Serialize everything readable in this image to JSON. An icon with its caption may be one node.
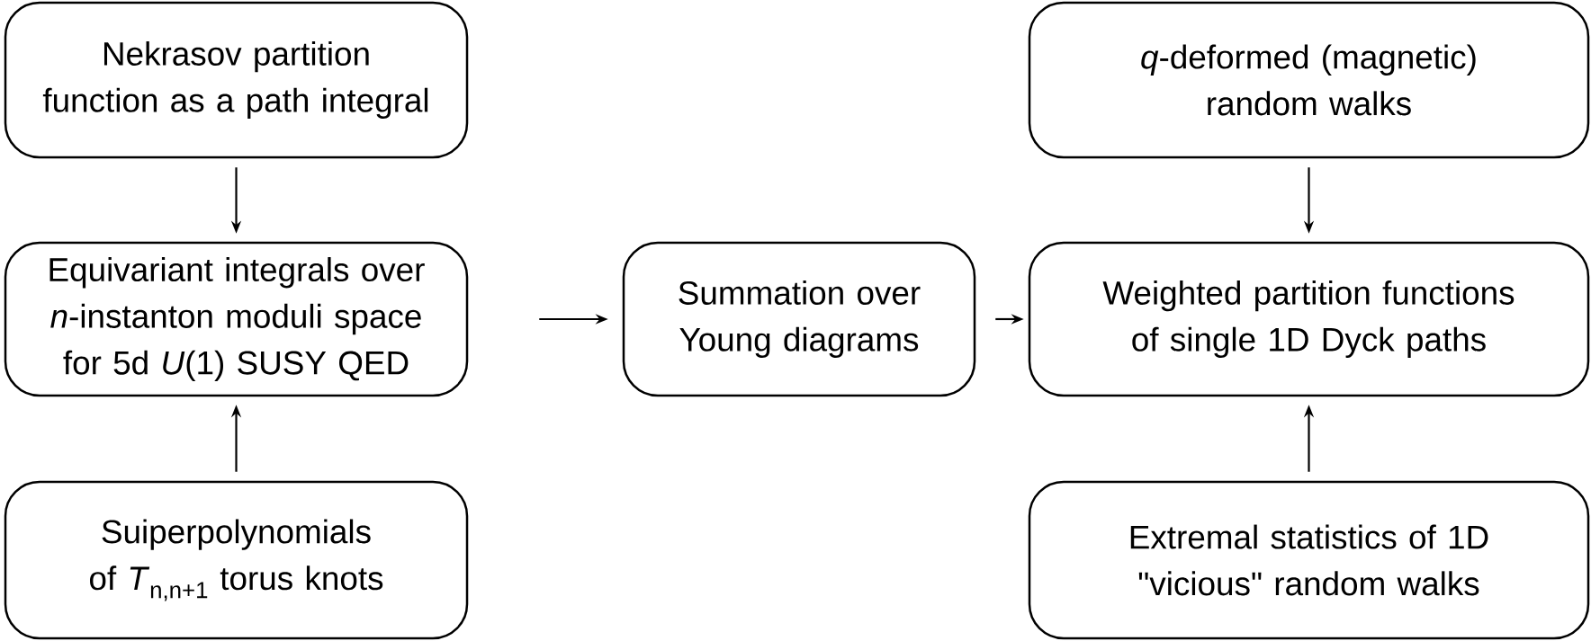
{
  "diagram": {
    "nodes": [
      {
        "text": [
          "Nekrasov partition function as a path integral"
        ]
      },
      {
        "text": [
          "*q*-deformed (magnetic) random walks"
        ]
      },
      {
        "text": [
          "Equivariant integrals over *n*-instanton moduli space for 5d *U*(1) SUSY QED"
        ]
      },
      {
        "text": [
          "Summation over Young diagrams"
        ]
      },
      {
        "text": [
          "Weighted partition functions of single 1D Dyck paths"
        ]
      },
      {
        "text": [
          "Suiperpolynomials of *T*$_{n,n+1}$ torus knots"
        ]
      },
      {
        "text": [
          "Extremal statistics of 1D \"vicious\" random walks"
        ]
      }
    ],
    "edges": [
      {
        "from": 0,
        "to": 2,
        "arrow": "to"
      },
      {
        "from": 5,
        "to": 2,
        "arrow": "to"
      },
      {
        "from": 2,
        "to": 3,
        "arrow": "to"
      },
      {
        "from": 3,
        "to": 4,
        "arrow": "to"
      },
      {
        "from": 1,
        "to": 4,
        "arrow": "to"
      },
      {
        "from": 6,
        "to": 4,
        "arrow": "to"
      }
    ]
  }
}
